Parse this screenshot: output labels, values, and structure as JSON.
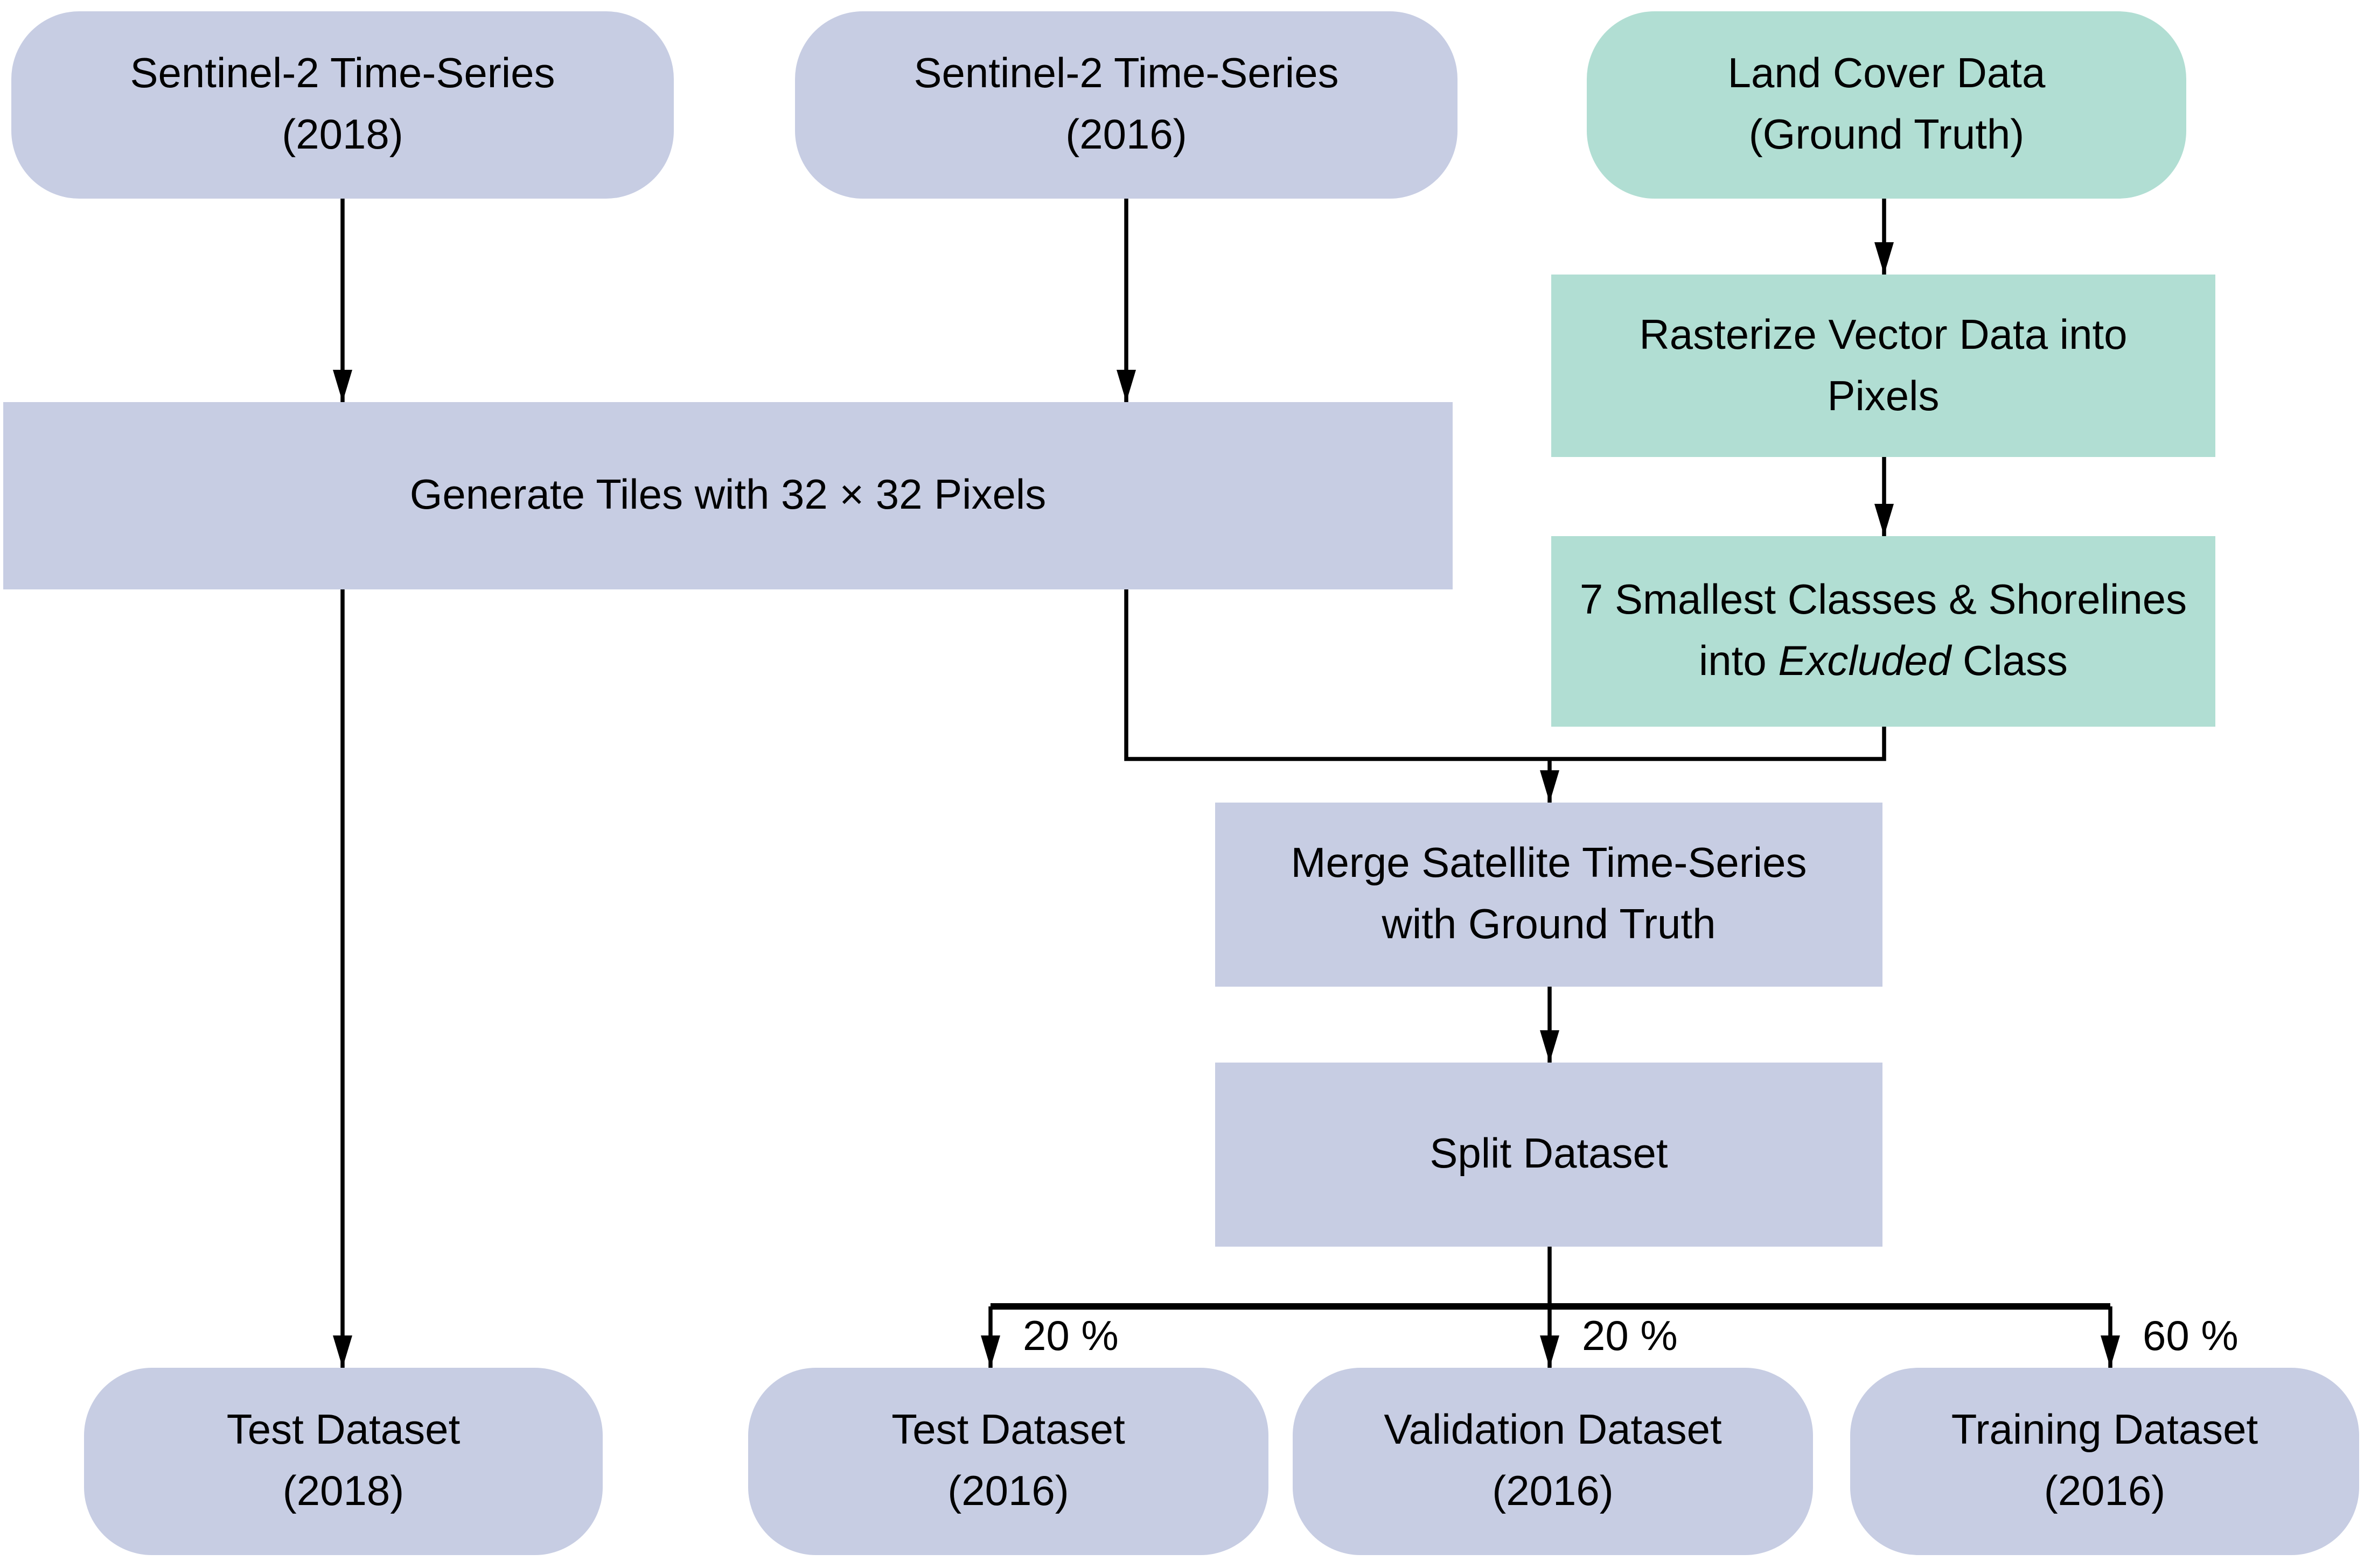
{
  "colors": {
    "lavender": "#c7cde3",
    "teal": "#b1ded3",
    "line": "#000000",
    "background": "#ffffff"
  },
  "nodes": {
    "s2_2018": {
      "line1": "Sentinel-2 Time-Series",
      "line2": "(2018)"
    },
    "s2_2016": {
      "line1": "Sentinel-2 Time-Series",
      "line2": "(2016)"
    },
    "land_cover": {
      "line1": "Land Cover Data",
      "line2": "(Ground Truth)"
    },
    "generate_tiles": {
      "line1": "Generate Tiles with 32 × 32 Pixels"
    },
    "rasterize": {
      "line1": "Rasterize Vector Data into",
      "line2": "Pixels"
    },
    "excluded": {
      "line1": "7 Smallest Classes & Shorelines",
      "line2_prefix": "into ",
      "line2_italic": "Excluded",
      "line2_suffix": " Class"
    },
    "merge": {
      "line1": "Merge Satellite Time-Series",
      "line2": "with Ground Truth"
    },
    "split": {
      "line1": "Split Dataset"
    },
    "test_2018": {
      "line1": "Test Dataset",
      "line2": "(2018)"
    },
    "test_2016": {
      "line1": "Test Dataset",
      "line2": "(2016)"
    },
    "validation_2016": {
      "line1": "Validation Dataset",
      "line2": "(2016)"
    },
    "training_2016": {
      "line1": "Training Dataset",
      "line2": "(2016)"
    }
  },
  "edge_labels": {
    "test_split": "20 %",
    "validation_split": "20 %",
    "training_split": "60 %"
  }
}
